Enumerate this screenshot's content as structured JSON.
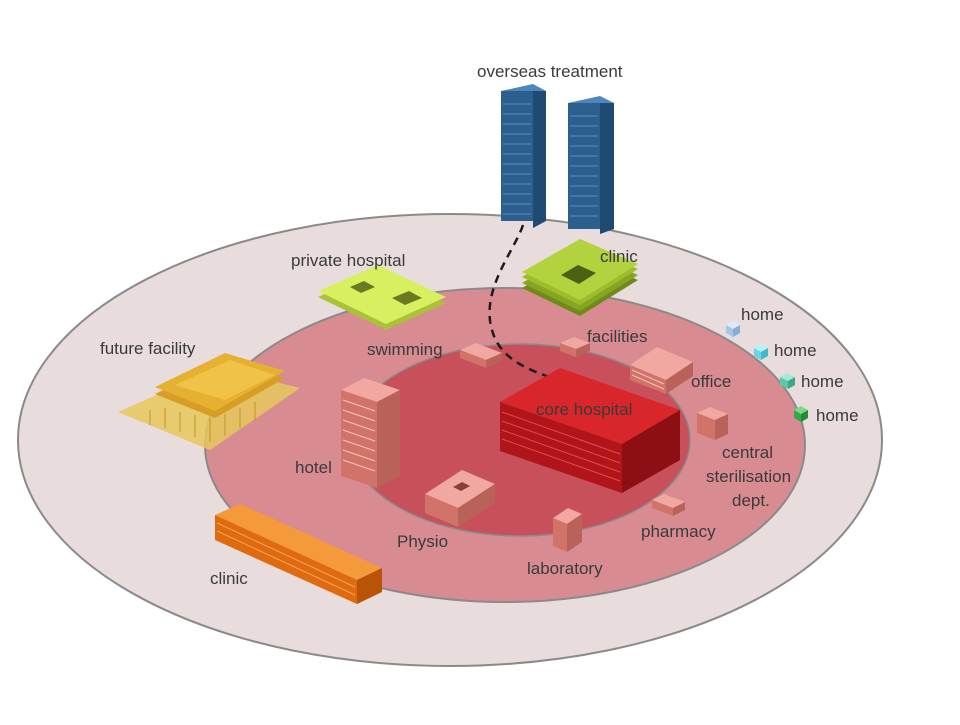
{
  "colors": {
    "outer_ring": "#e8dcdc",
    "middle_ring": "#d88c92",
    "inner_ring": "#c7505a",
    "core_hospital": "#c8171d",
    "tower_blue": "#2d5f8e",
    "clinic_green": "#9cbd2c",
    "private_hospital_green": "#d8f060",
    "future_facility_yellow": "#e6b030",
    "clinic_orange": "#ee7a1a",
    "salmon_building": "#e0857c",
    "label_text": "#3a3a3a"
  },
  "labels": {
    "overseas_treatment": "overseas treatment",
    "clinic_top": "clinic",
    "private_hospital": "private hospital",
    "future_facility": "future facility",
    "swimming": "swimming",
    "facilities": "facilities",
    "office": "office",
    "core_hospital": "core hospital",
    "hotel": "hotel",
    "central_sterilisation_line1": "central",
    "central_sterilisation_line2": "sterilisation",
    "central_sterilisation_line3": "dept.",
    "pharmacy": "pharmacy",
    "laboratory": "laboratory",
    "physio": "Physio",
    "clinic_bottom": "clinic",
    "home_1": "home",
    "home_2": "home",
    "home_3": "home",
    "home_4": "home"
  },
  "icons": {
    "home_1": "home-cube-light-blue-icon",
    "home_2": "home-cube-cyan-icon",
    "home_3": "home-cube-teal-icon",
    "home_4": "home-cube-green-icon"
  }
}
